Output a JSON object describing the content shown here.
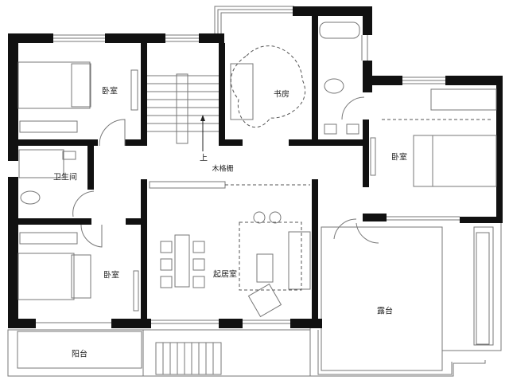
{
  "rooms": {
    "bedroom_top_left": "卧室",
    "bathroom_left": "卫生间",
    "bedroom_bottom_left": "卧室",
    "balcony": "阳台",
    "study": "书房",
    "stair_up": "上",
    "wood_grille": "木格栅",
    "living_room": "起居室",
    "bedroom_right": "卧室",
    "terrace": "露台"
  },
  "colors": {
    "wall": "#111111",
    "line": "#777777"
  }
}
